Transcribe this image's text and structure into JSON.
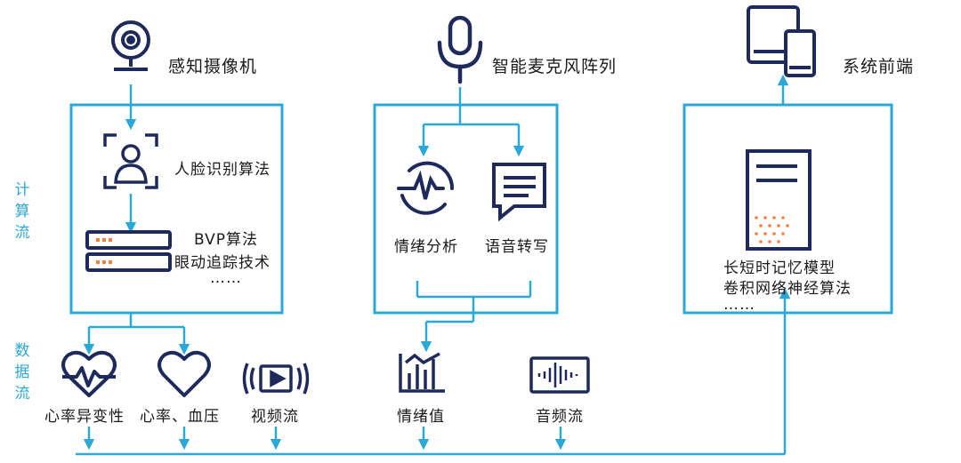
{
  "colors": {
    "accent": "#2aa8d8",
    "icon": "#1f2a5c",
    "highlight": "#f08040"
  },
  "side_labels": {
    "compute_flow": "计\n算\n流",
    "data_flow": "数\n据\n流"
  },
  "sources": {
    "camera": {
      "label": "感知摄像机",
      "icon": "webcam-icon"
    },
    "mic": {
      "label": "智能麦克风阵列",
      "icon": "microphone-icon"
    },
    "frontend": {
      "label": "系统前端",
      "icon": "tablet-phone-icon"
    }
  },
  "box1": {
    "face": "人脸识别算法",
    "bvp": "BVP算法",
    "eye": "眼动追踪技术",
    "more": "……"
  },
  "box2": {
    "emotion": "情绪分析",
    "speech": "语音转写"
  },
  "box3": {
    "lstm": "长短时记忆模型",
    "cnn": "卷积网络神经算法",
    "more": "……"
  },
  "streams": [
    {
      "label": "心率异变性",
      "icon": "heart-pulse-icon"
    },
    {
      "label": "心率、血压",
      "icon": "heart-icon"
    },
    {
      "label": "视频流",
      "icon": "video-play-icon"
    },
    {
      "label": "情绪值",
      "icon": "bar-chart-icon"
    },
    {
      "label": "音频流",
      "icon": "audio-wave-icon"
    }
  ]
}
